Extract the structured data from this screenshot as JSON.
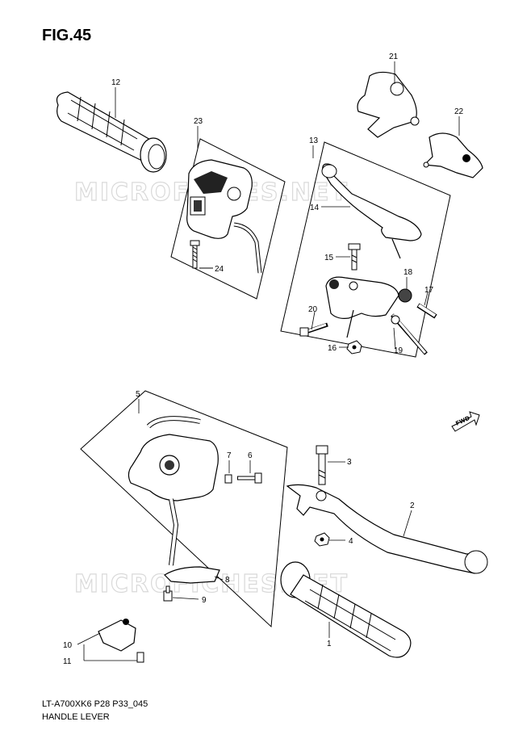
{
  "figure": {
    "title": "FIG.45",
    "catalog_code": "LT-A700XK6 P28 P33_045",
    "section_name": "HANDLE LEVER"
  },
  "watermark": "MICROFICHES.NET",
  "direction_marker": "FWD",
  "callouts": {
    "c1": "1",
    "c2": "2",
    "c3": "3",
    "c4": "4",
    "c5": "5",
    "c6": "6",
    "c7": "7",
    "c8": "8",
    "c9": "9",
    "c10": "10",
    "c11": "11",
    "c12": "12",
    "c13": "13",
    "c14": "14",
    "c15": "15",
    "c16": "16",
    "c17": "17",
    "c18": "18",
    "c19": "19",
    "c20": "20",
    "c21": "21",
    "c22": "22",
    "c23": "23",
    "c24": "24"
  }
}
